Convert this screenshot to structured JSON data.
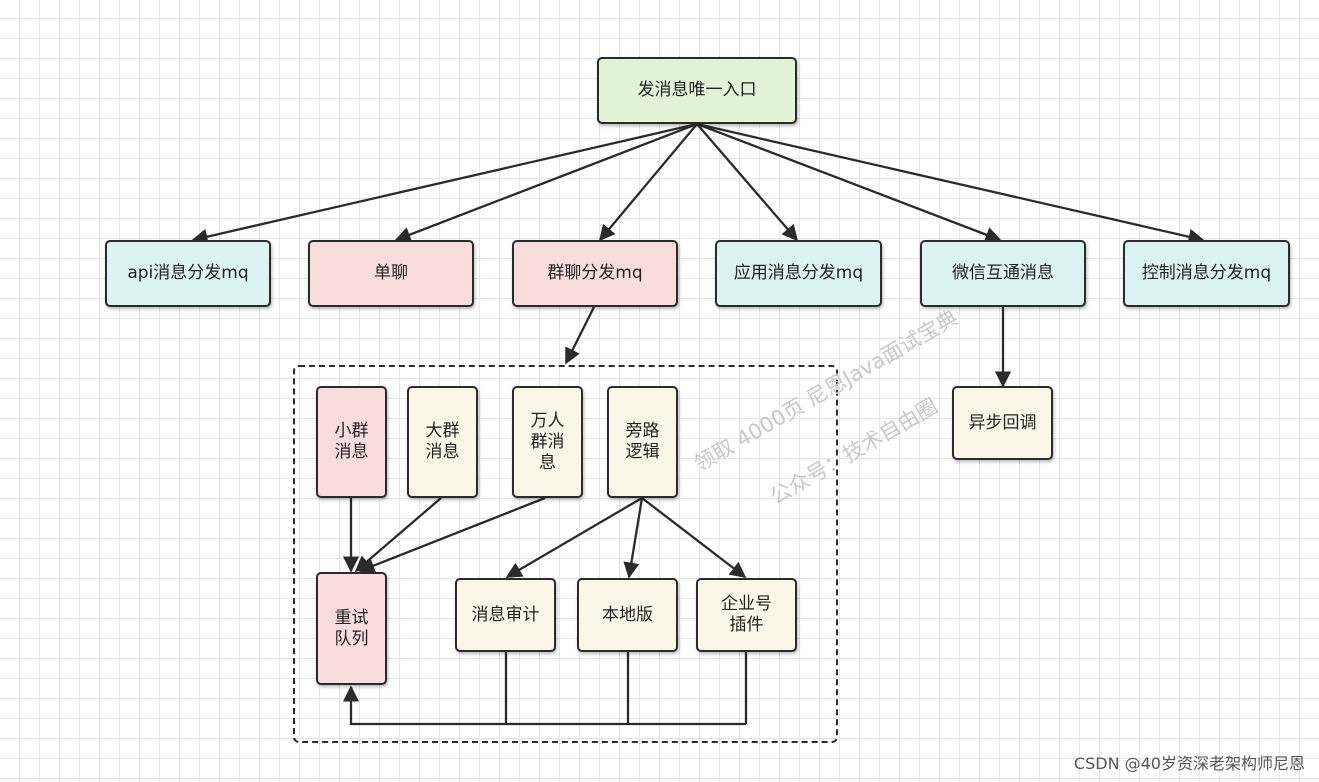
{
  "colors": {
    "green": "#e2f3d8",
    "cyan": "#dbf3f3",
    "pink": "#f9dcdc",
    "cream": "#fbf7e8",
    "stroke": "#2b2b2b"
  },
  "nodes": {
    "entry": {
      "label": "发消息唯一入口",
      "color": "green"
    },
    "api": {
      "label": "api消息分发mq",
      "color": "cyan"
    },
    "single": {
      "label": "单聊",
      "color": "pink"
    },
    "group": {
      "label": "群聊分发mq",
      "color": "pink"
    },
    "app": {
      "label": "应用消息分发mq",
      "color": "cyan"
    },
    "wechat": {
      "label": "微信互通消息",
      "color": "cyan"
    },
    "control": {
      "label": "控制消息分发mq",
      "color": "cyan"
    },
    "async": {
      "label": "异步回调",
      "color": "cream"
    },
    "small": {
      "label": "小群\n消息",
      "color": "pink"
    },
    "big": {
      "label": "大群\n消息",
      "color": "cream"
    },
    "huge": {
      "label": "万人\n群消\n息",
      "color": "cream"
    },
    "bypass": {
      "label": "旁路\n逻辑",
      "color": "cream"
    },
    "retry": {
      "label": "重试\n队列",
      "color": "pink"
    },
    "audit": {
      "label": "消息审计",
      "color": "cream"
    },
    "local": {
      "label": "本地版",
      "color": "cream"
    },
    "enterprise": {
      "label": "企业号\n插件",
      "color": "cream"
    }
  },
  "watermark": {
    "line1": "领取 4000页 尼恩Java面试宝典",
    "line2": "公众号：技术自由圈"
  },
  "footer": "CSDN @40岁资深老架构师尼恩"
}
